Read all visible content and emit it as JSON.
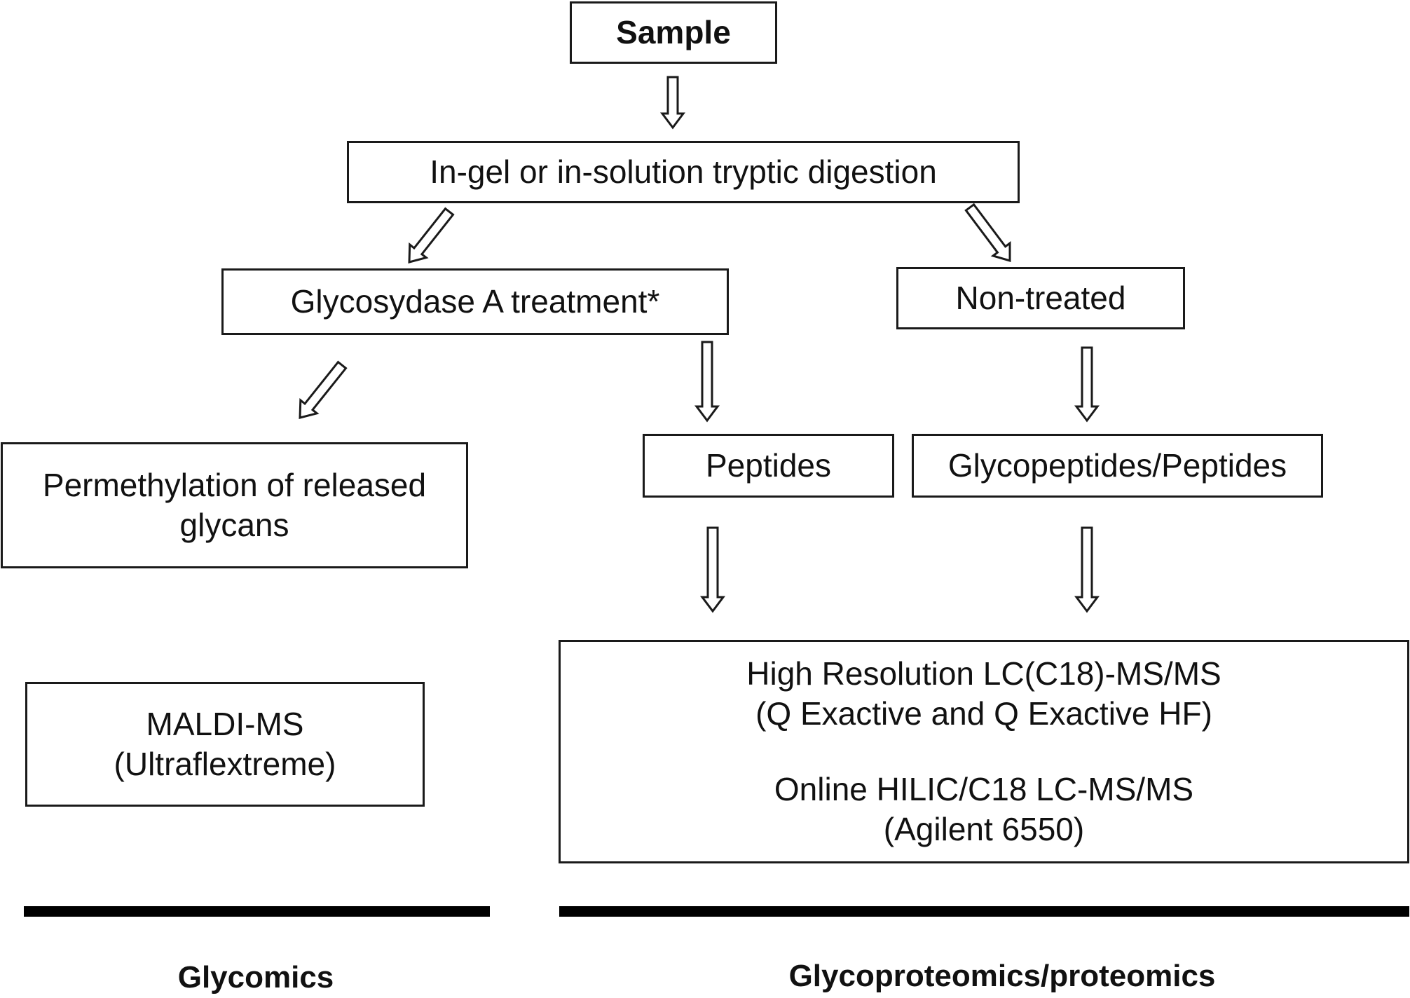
{
  "nodes": {
    "sample": {
      "text": "Sample"
    },
    "digestion": {
      "text": "In-gel or in-solution tryptic digestion"
    },
    "glycosydase": {
      "text": "Glycosydase A treatment*"
    },
    "non_treated": {
      "text": "Non-treated"
    },
    "permethylation": {
      "line1": "Permethylation of released",
      "line2": "glycans"
    },
    "peptides": {
      "text": "Peptides"
    },
    "glycopeptides": {
      "text": "Glycopeptides/Peptides"
    },
    "maldi": {
      "line1": "MALDI-MS",
      "line2": "(Ultraflextreme)"
    },
    "lcms": {
      "line1": "High Resolution LC(C18)-MS/MS",
      "line2": "(Q Exactive and Q Exactive HF)",
      "line3": "Online HILIC/C18 LC-MS/MS",
      "line4": "(Agilent 6550)"
    }
  },
  "sections": {
    "glycomics": "Glycomics",
    "glycoproteomics": "Glycoproteomics/proteomics"
  },
  "colors": {
    "stroke": "#1a1a1a",
    "bar": "#000000",
    "background": "#ffffff"
  }
}
